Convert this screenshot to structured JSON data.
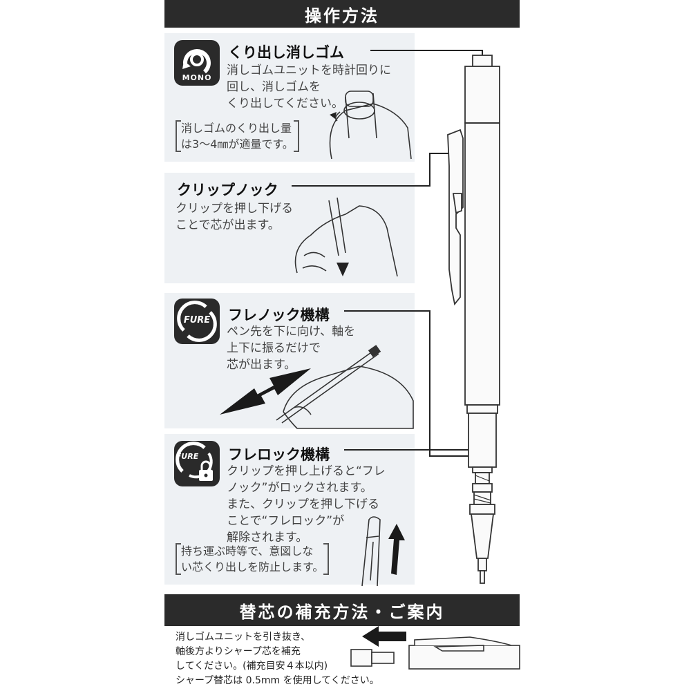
{
  "header": {
    "title": "操作方法"
  },
  "sections": {
    "eraser": {
      "icon_label": "MONO",
      "title": "くり出し消しゴム",
      "desc": [
        "消しゴムユニットを時計回りに",
        "回し、消しゴムを",
        "くり出してください。"
      ],
      "note": [
        "消しゴムのくり出し量",
        "は3～4㎜が適量です。"
      ]
    },
    "clip_knock": {
      "title": "クリップノック",
      "desc": [
        "クリップを押し下げる",
        "ことで芯が出ます。"
      ]
    },
    "fure_knock": {
      "icon_label": "FURE",
      "title": "フレノック機構",
      "desc": [
        "ペン先を下に向け、軸を",
        "上下に振るだけで",
        "芯が出ます。"
      ]
    },
    "fure_lock": {
      "icon_label": "FURE",
      "title": "フレロック機構",
      "desc": [
        "クリップを押し上げると“フレ",
        "ノック”がロックされます。",
        "また、クリップを押し下げる",
        "ことで“フレロック”が",
        "解除されます。"
      ],
      "note": [
        "持ち運ぶ時等で、意図しな",
        "い芯くり出しを防止します。"
      ]
    }
  },
  "refill": {
    "title": "替芯の補充方法・ご案内",
    "desc": [
      "消しゴムユニットを引き抜き、",
      "軸後方よりシャープ芯を補充",
      "してください。(補充目安４本以内)"
    ],
    "footer": "シャープ替芯は 0.5mm を使用してください。"
  }
}
